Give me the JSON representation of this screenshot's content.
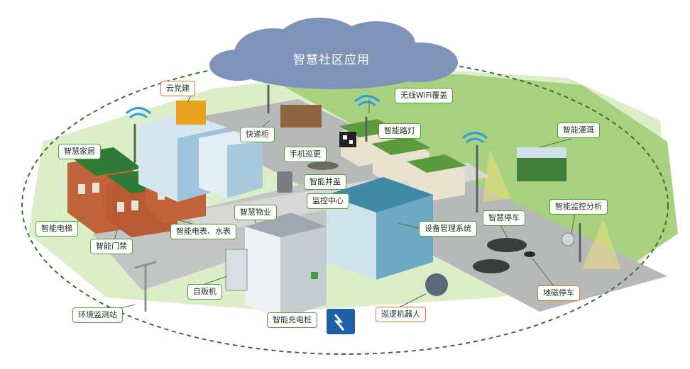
{
  "title": "智慧社区应用",
  "labels": {
    "cloud_party": "云党建",
    "smart_home": "智慧家居",
    "express_locker": "快递柜",
    "wifi": "无线WiFi覆盖",
    "smart_street_light": "智能路灯",
    "mobile_patrol": "手机巡更",
    "smart_irrigation": "智能灌溉",
    "smart_manhole": "智能井盖",
    "monitor_center": "监控中心",
    "smart_property": "智慧物业",
    "smart_parking": "智慧停车",
    "smart_monitor_analysis": "智能监控分析",
    "smart_elevator": "智能电梯",
    "smart_meter": "智能电表、水表",
    "device_management": "设备管理系统",
    "smart_access": "智能门禁",
    "vending": "自贩机",
    "env_monitor": "环境监测站",
    "charging_pile": "智能充电桩",
    "patrol_robot": "巡逻机器人",
    "geomagnetic_parking": "地磁停车"
  },
  "colors": {
    "cloud": "#7d93b8",
    "boundary": "#3f6b34",
    "lawn": "#a7d17e",
    "road": "#b7b9b8",
    "label_green": "#55a03a",
    "label_orange": "#e1752c",
    "wifi": "#2f9ee0"
  }
}
